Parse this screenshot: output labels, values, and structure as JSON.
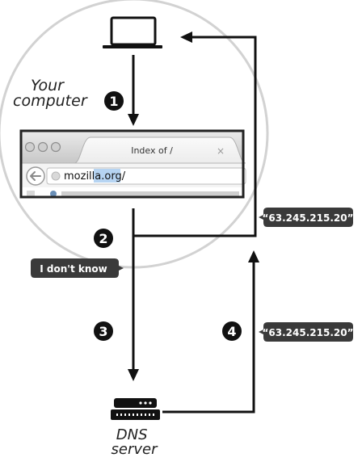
{
  "computer_label": [
    "Your",
    "computer"
  ],
  "dns_label": [
    "DNS",
    "server"
  ],
  "browser": {
    "tab_title": "Index of /",
    "close_symbol": "×",
    "url_plain": "mozilla.",
    "url_selected": "org/"
  },
  "steps": [
    "1",
    "2",
    "3",
    "4"
  ],
  "bubbles": {
    "ip_top": "“63.245.215.20”",
    "dont_know": "I don't know",
    "ip_bottom": "“63.245.215.20”"
  },
  "icons": {
    "computer": "laptop-icon",
    "server": "server-icon",
    "back": "back-arrow-icon",
    "favicon": "globe-icon"
  },
  "colors": {
    "arrow": "#111111",
    "bubble": "#3a3a3a",
    "magnifier_ring": "#d0d0d0",
    "url_highlight": "#b6d4f2"
  }
}
